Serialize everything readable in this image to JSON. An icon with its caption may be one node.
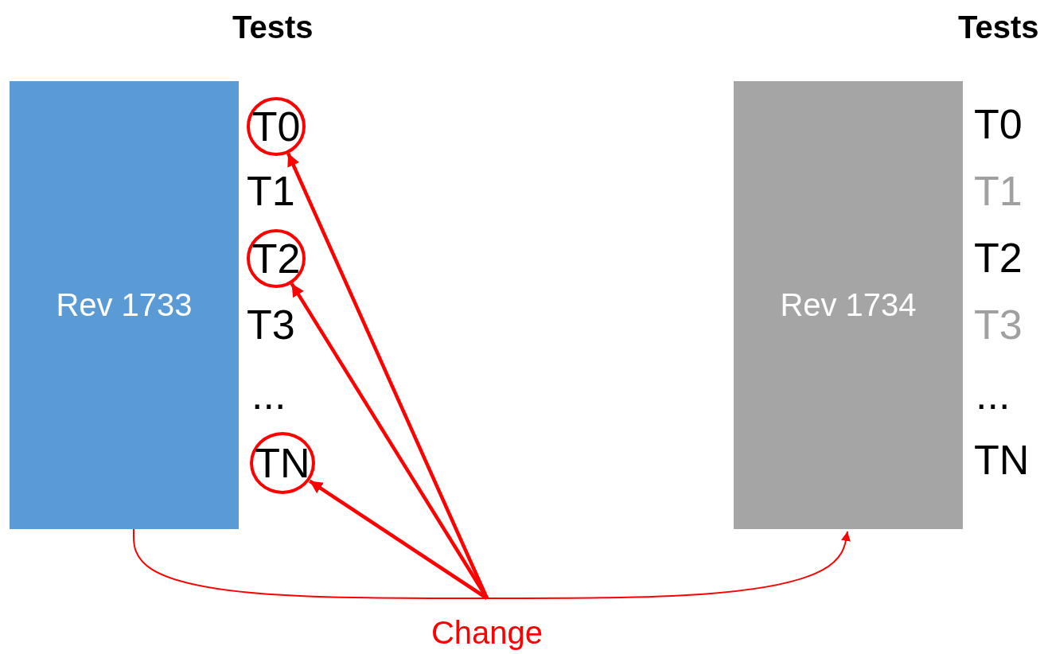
{
  "diagram": {
    "nodes": [
      {
        "text": [
          "Rev 1733"
        ]
      },
      {
        "text": [
          "T0"
        ]
      },
      {
        "text": [
          "T2"
        ]
      },
      {
        "text": [
          "TN"
        ]
      },
      {
        "text": [
          "Rev 1734"
        ]
      },
      {
        "text": [
          "Change"
        ]
      }
    ],
    "edges": [
      {
        "from": 0,
        "to": 4,
        "arrow": "to"
      },
      {
        "from": 5,
        "to": 1,
        "arrow": "to"
      },
      {
        "from": 5,
        "to": 2,
        "arrow": "to"
      },
      {
        "from": 5,
        "to": 3,
        "arrow": "to"
      }
    ],
    "labels": [
      "Tests",
      "Tests",
      "T1",
      "T3",
      "...",
      "T0",
      "T1",
      "T2",
      "T3",
      "...",
      "TN"
    ]
  }
}
